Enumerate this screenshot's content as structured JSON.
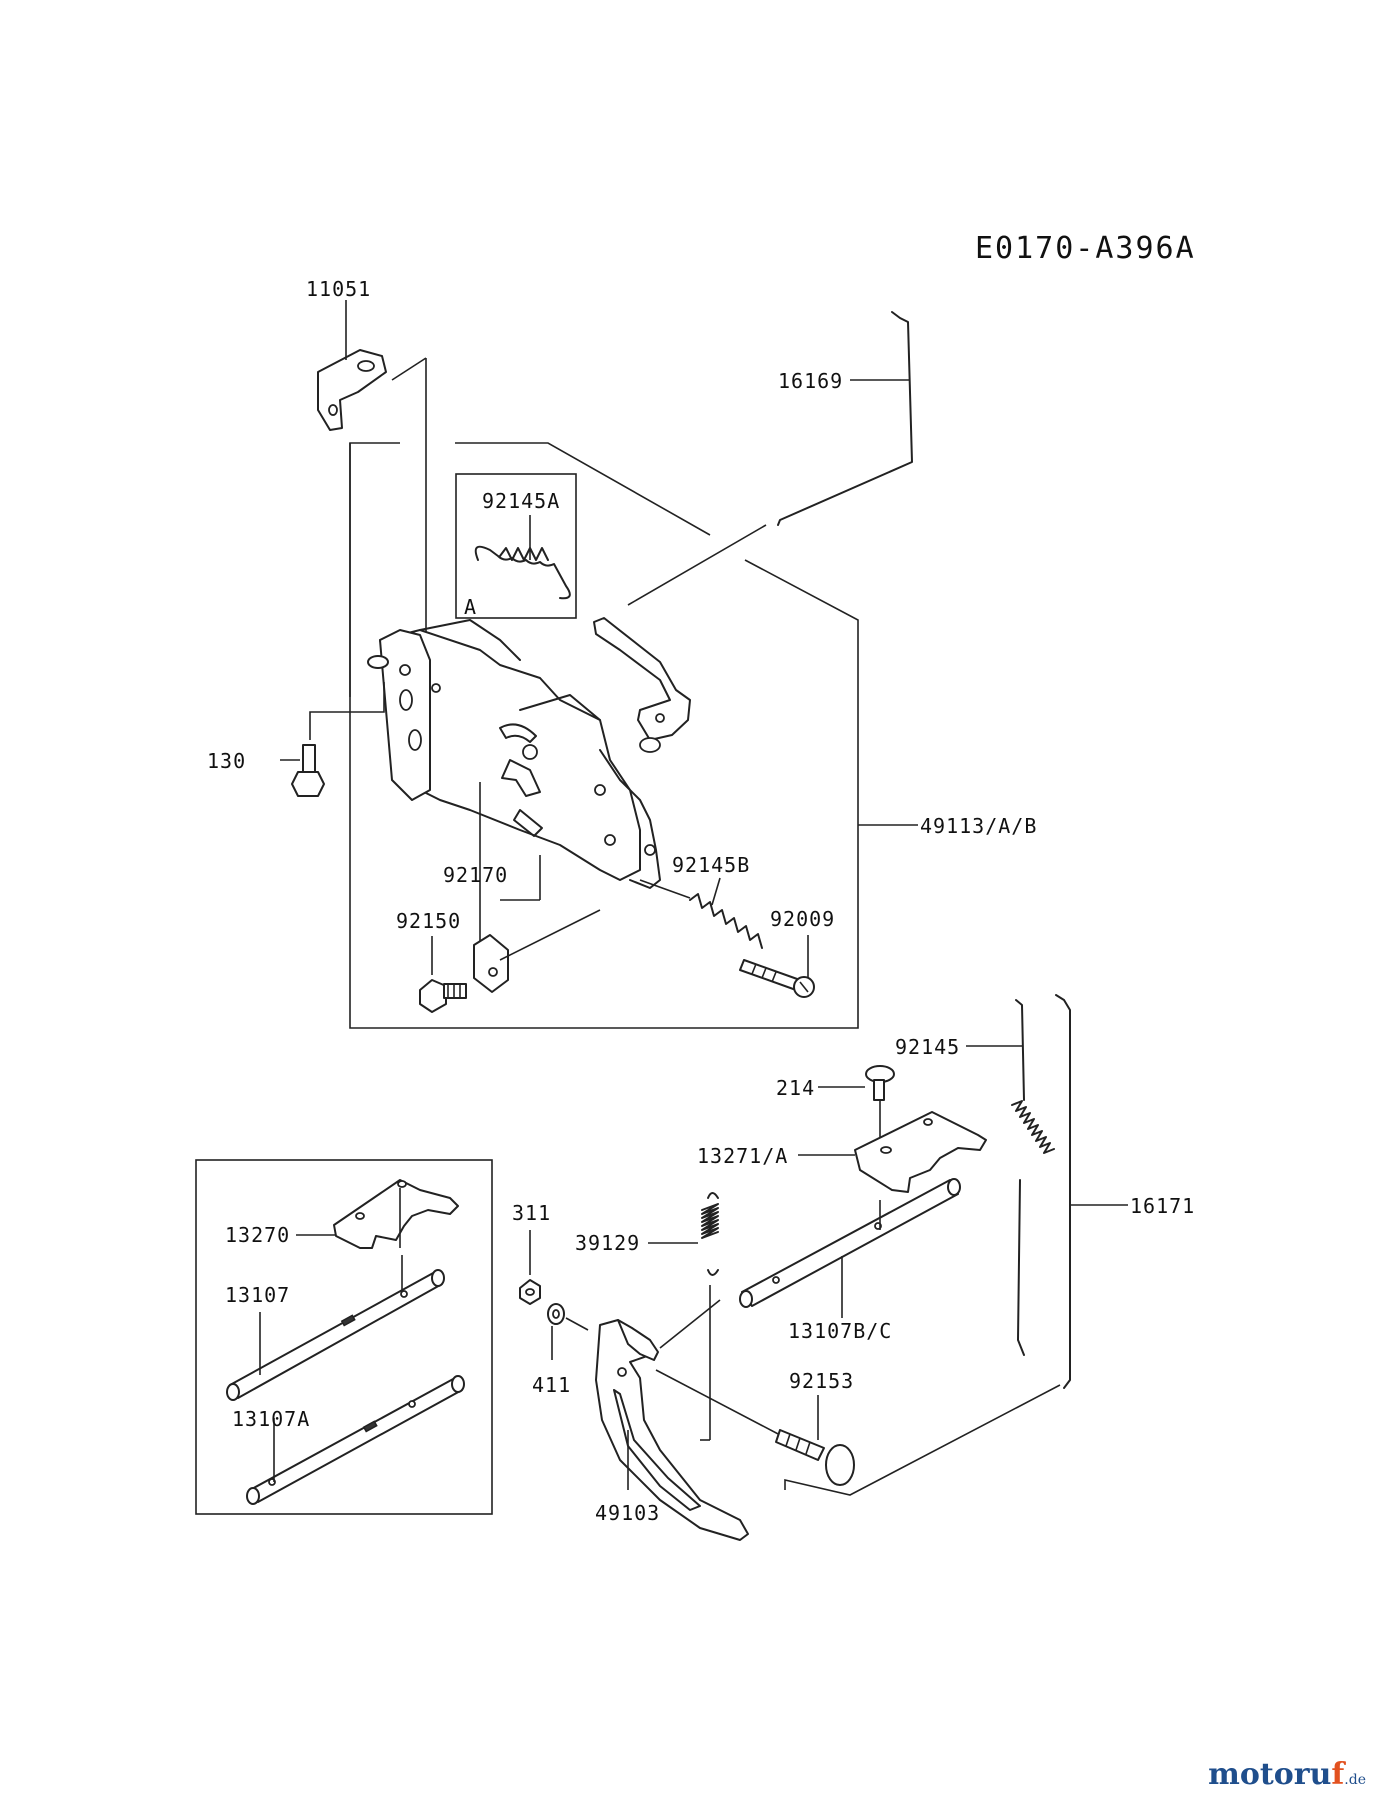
{
  "diagram_code": "E0170-A396A",
  "part_labels": {
    "p11051": "11051",
    "p16169": "16169",
    "p92145A": "92145A",
    "inset_A": "A",
    "p130": "130",
    "p49113": "49113/A/B",
    "p92145B": "92145B",
    "p92170": "92170",
    "p92009": "92009",
    "p92150": "92150",
    "p92145": "92145",
    "p214": "214",
    "p13271": "13271/A",
    "p16171": "16171",
    "p13270": "13270",
    "p311": "311",
    "p39129": "39129",
    "p13107": "13107",
    "p411": "411",
    "p13107BC": "13107B/C",
    "p92153": "92153",
    "p13107A": "13107A",
    "p49103": "49103"
  },
  "watermark": {
    "brand_main": "motoru",
    "brand_accent": "f",
    "suffix": ".de"
  }
}
